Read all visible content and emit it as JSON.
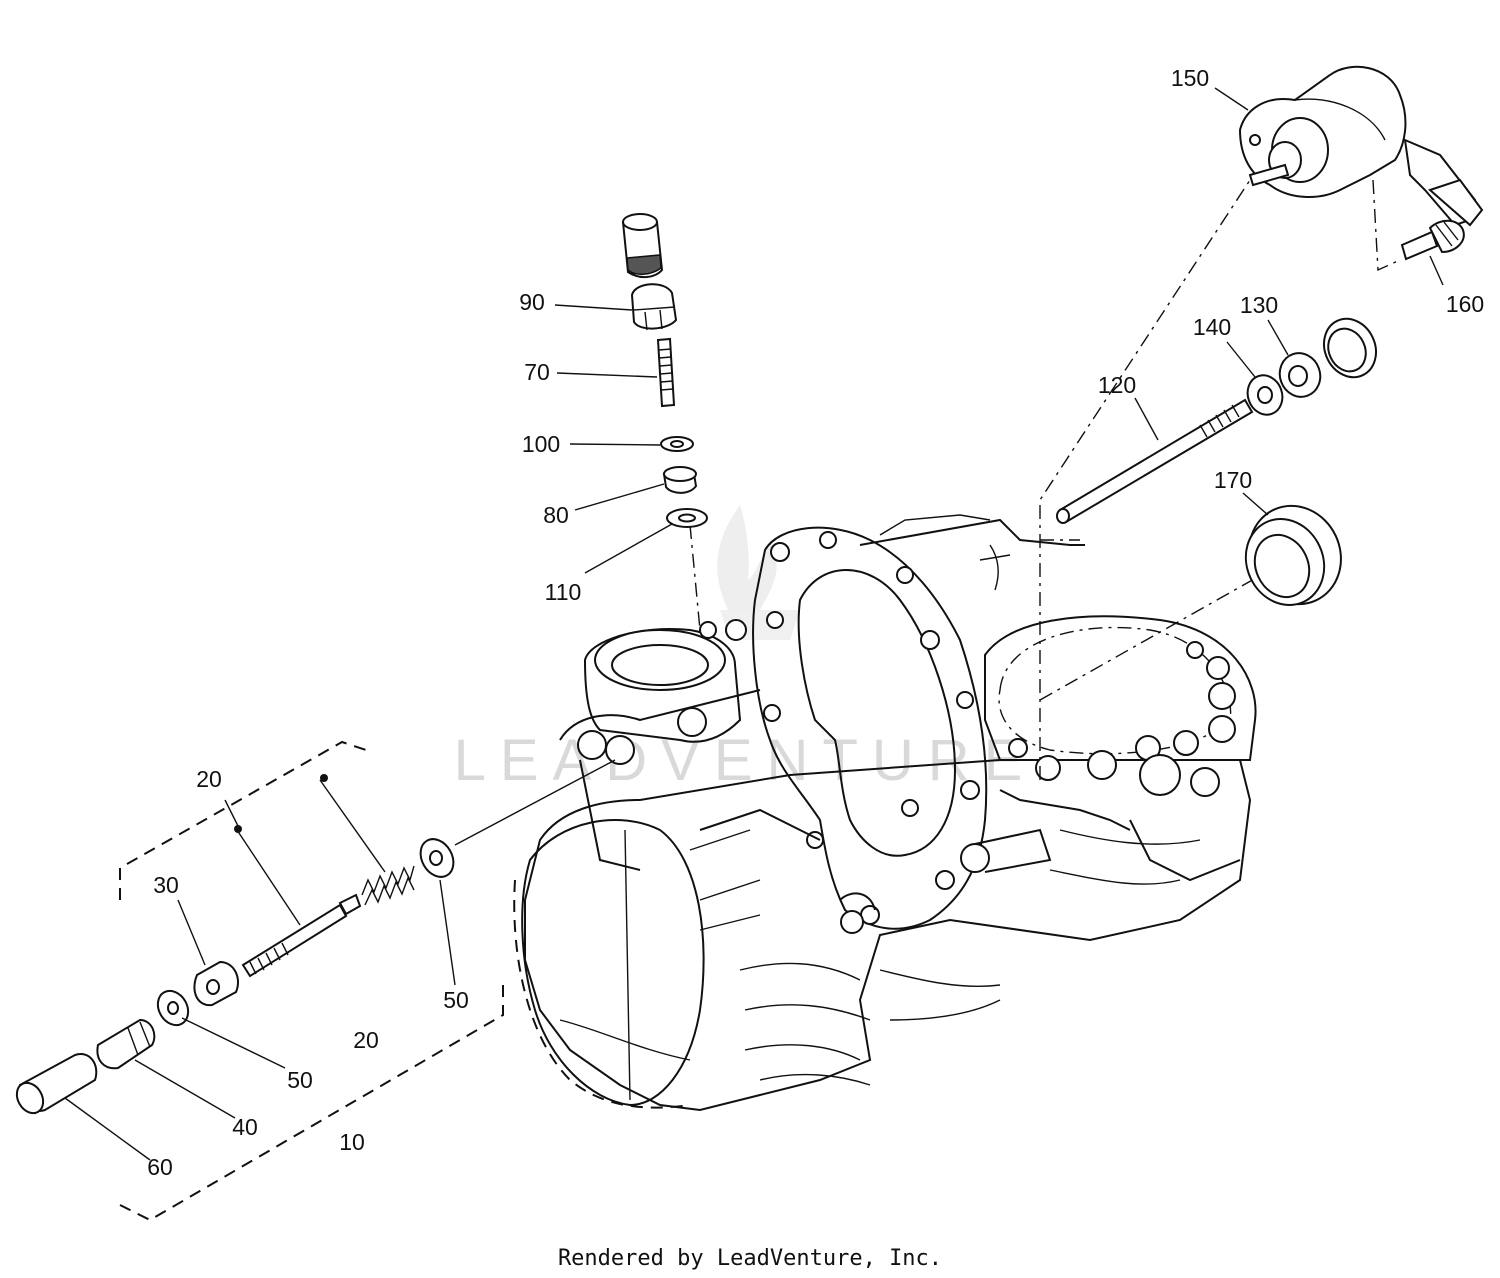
{
  "labels": {
    "p150": "150",
    "p160": "160",
    "p90": "90",
    "p70": "70",
    "p100": "100",
    "p80": "80",
    "p110": "110",
    "p140": "140",
    "p130": "130",
    "p120": "120",
    "p170": "170",
    "p20_top": "20",
    "p30": "30",
    "p50_right": "50",
    "p20_bottom": "20",
    "p50_left": "50",
    "p40": "40",
    "p60": "60",
    "p10": "10"
  },
  "watermark": "LEADVENTURE",
  "footer": "Rendered by LeadVenture, Inc."
}
